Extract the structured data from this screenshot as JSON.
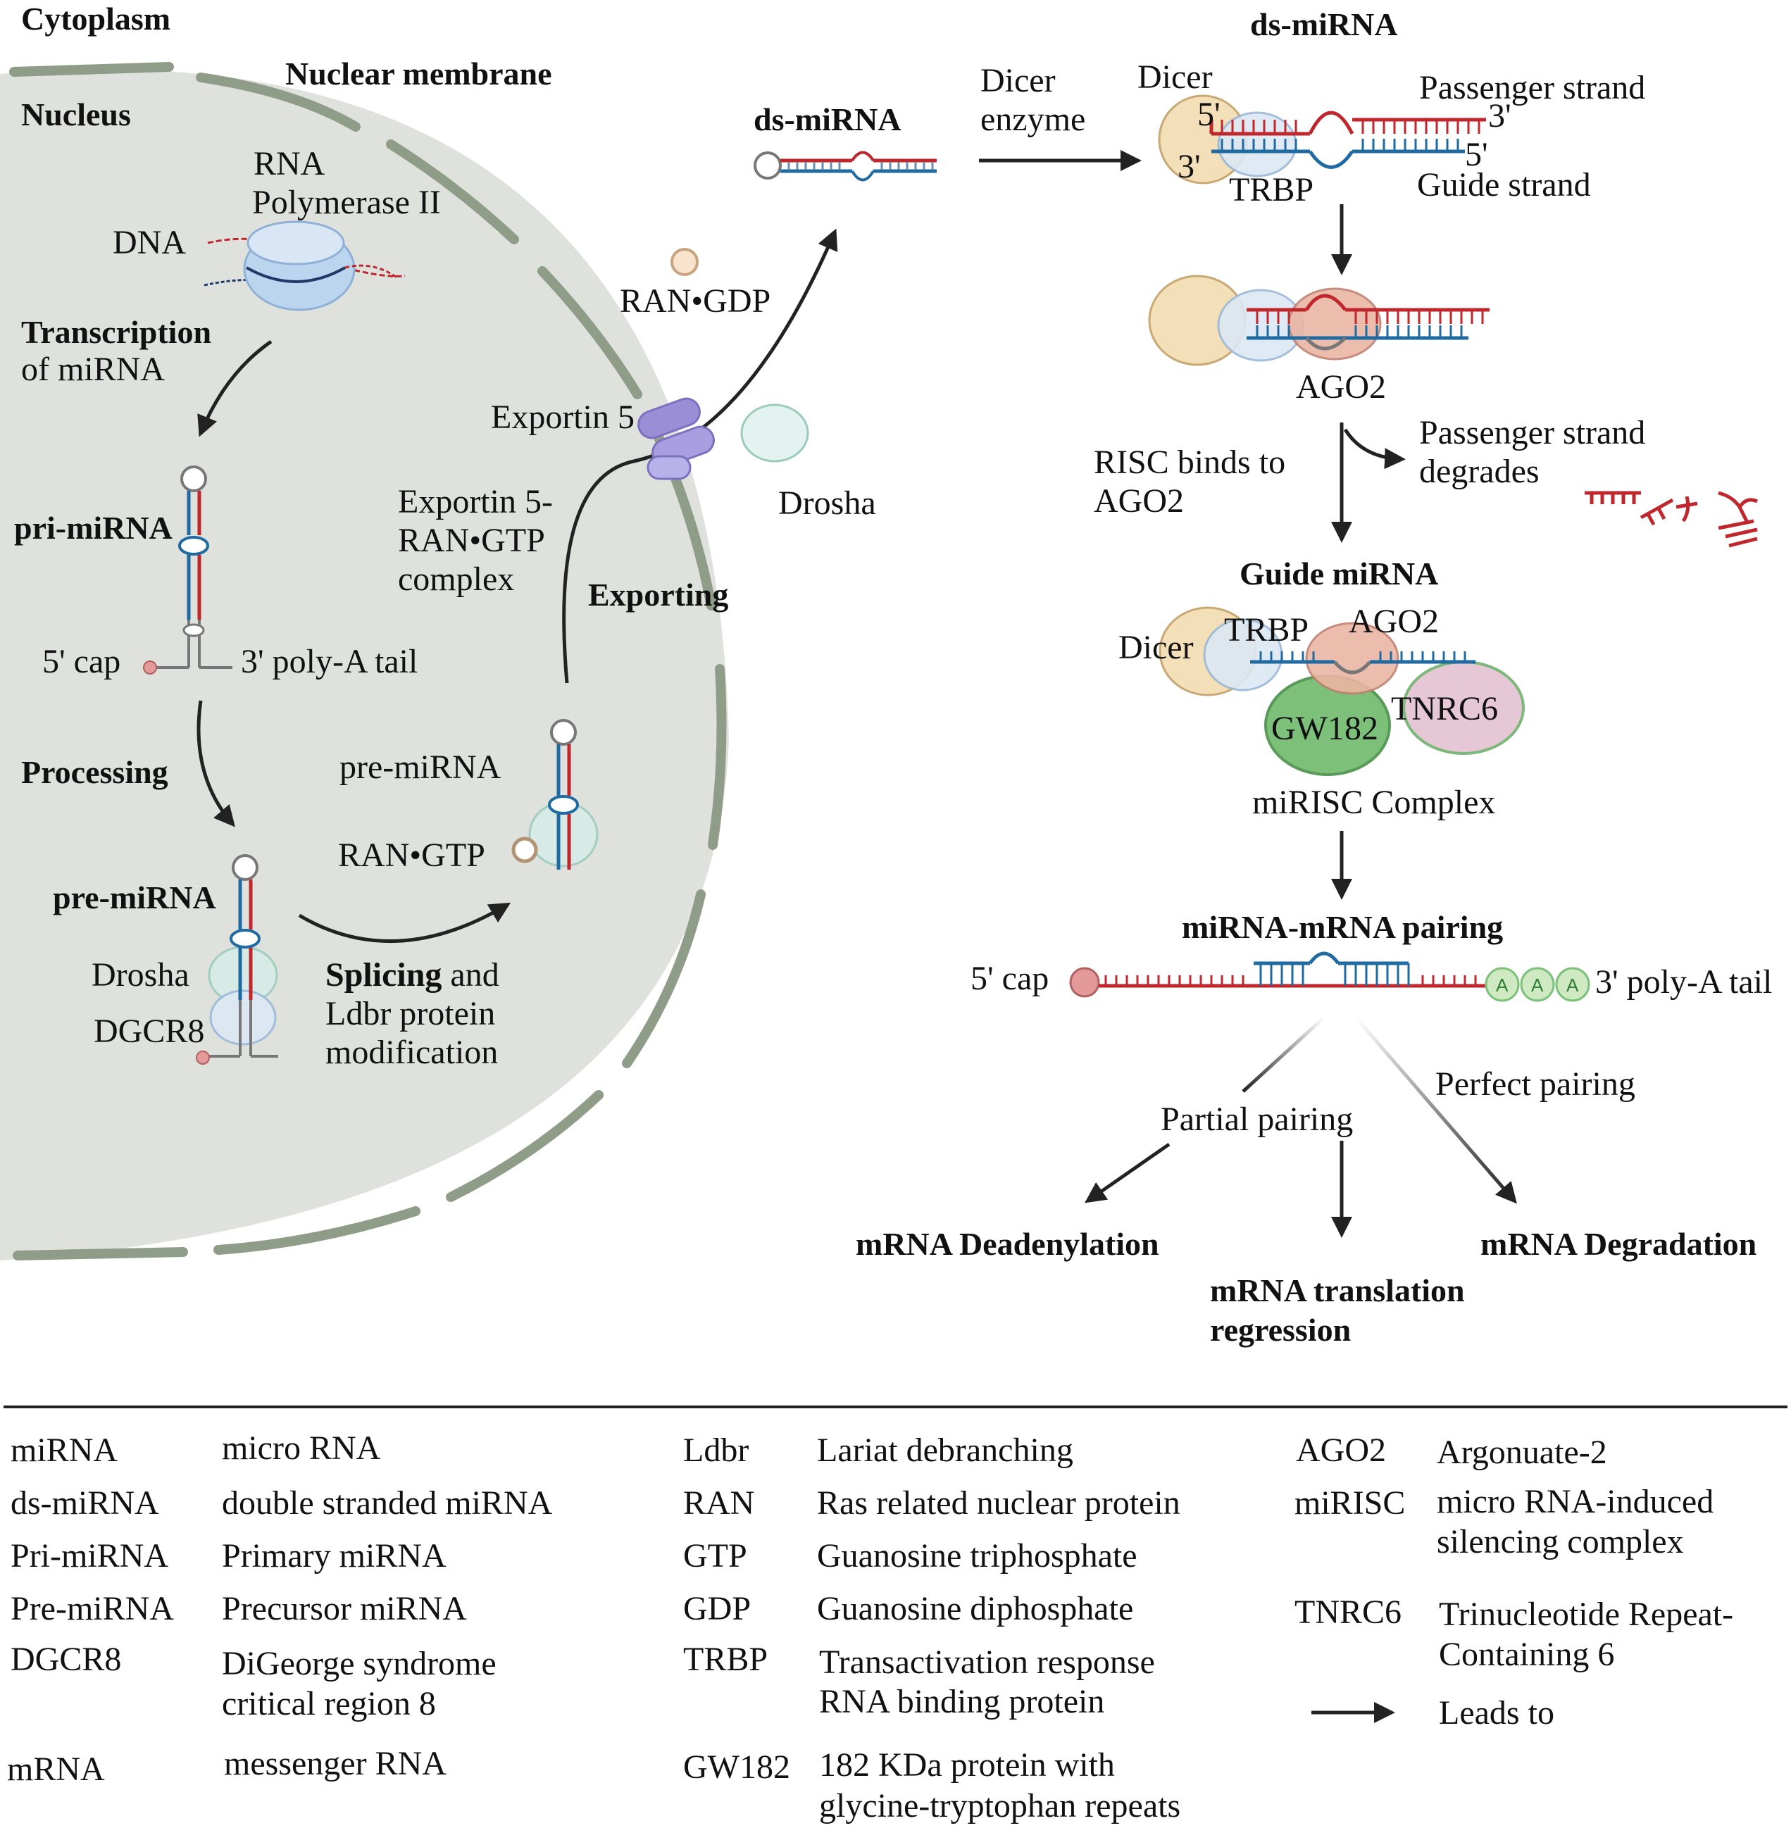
{
  "labels": {
    "cytoplasm": "Cytoplasm",
    "nuclear_membrane": "Nuclear membrane",
    "nucleus": "Nucleus",
    "rna_pol_line1": "RNA",
    "rna_pol_line2": "Polymerase II",
    "dna": "DNA",
    "transcription_line1": "Transcription",
    "transcription_line2": "of miRNA",
    "pri_mirna": "pri-miRNA",
    "five_cap_1": "5' cap",
    "polya_tail_1": "3' poly-A tail",
    "processing": "Processing",
    "pre_mirna_bold": "pre-miRNA",
    "drosha_inner": "Drosha",
    "dgcr8": "DGCR8",
    "splicing_bold": "Splicing",
    "splicing_and": " and",
    "splicing_line2": "Ldbr protein",
    "splicing_line3": "modification",
    "pre_mirna_plain": "pre-miRNA",
    "ran_gtp": "RAN•GTP",
    "exportin_complex_line1": "Exportin 5-",
    "exportin_complex_line2": "RAN•GTP",
    "exportin_complex_line3": "complex",
    "exporting": "Exporting",
    "exportin5": "Exportin 5",
    "ran_gdp": "RAN•GDP",
    "drosha_outer": "Drosha",
    "ds_mirna_mid": "ds-miRNA",
    "dicer_enzyme_line1": "Dicer",
    "dicer_enzyme_line2": "enzyme",
    "ds_mirna_top": "ds-miRNA",
    "dicer_top": "Dicer",
    "five_prime": "5'",
    "three_prime": "3'",
    "passenger_strand": "Passenger strand",
    "guide_strand": "Guide strand",
    "three_prime_right": "3'",
    "five_prime_right": "5'",
    "trbp_top": "TRBP",
    "ago2_mid": "AGO2",
    "risc_line1": "RISC binds to",
    "risc_line2": "AGO2",
    "passenger_degrades_line1": "Passenger strand",
    "passenger_degrades_line2": "degrades",
    "guide_mirna": "Guide miRNA",
    "dicer_complex": "Dicer",
    "trbp_complex": "TRBP",
    "ago2_complex": "AGO2",
    "gw182": "GW182",
    "tnrc6": "TNRC6",
    "mirisc_complex": "miRISC Complex",
    "pairing": "miRNA-mRNA pairing",
    "five_cap_2": "5' cap",
    "polya_tail_2": "3' poly-A tail",
    "a_letter": "A",
    "partial_pairing": "Partial pairing",
    "perfect_pairing": "Perfect pairing",
    "outcome_deadenylation": "mRNA Deadenylation",
    "outcome_translation_line1": "mRNA translation",
    "outcome_translation_line2": "regression",
    "outcome_degradation": "mRNA Degradation"
  },
  "legend": [
    {
      "abbr": "miRNA",
      "desc": "micro RNA"
    },
    {
      "abbr": "ds-miRNA",
      "desc": "double stranded miRNA"
    },
    {
      "abbr": "Pri-miRNA",
      "desc": "Primary miRNA"
    },
    {
      "abbr": "Pre-miRNA",
      "desc": "Precursor miRNA"
    },
    {
      "abbr": "DGCR8",
      "desc_line1": "DiGeorge syndrome",
      "desc_line2": "critical region 8"
    },
    {
      "abbr": "mRNA",
      "desc": "messenger RNA"
    },
    {
      "abbr": "Ldbr",
      "desc": "Lariat debranching"
    },
    {
      "abbr": "RAN",
      "desc": "Ras related nuclear protein"
    },
    {
      "abbr": "GTP",
      "desc": "Guanosine triphosphate"
    },
    {
      "abbr": "GDP",
      "desc": "Guanosine diphosphate"
    },
    {
      "abbr": "TRBP",
      "desc_line1": "Transactivation response",
      "desc_line2": "RNA binding protein"
    },
    {
      "abbr": "GW182",
      "desc_line1": "182 KDa protein with",
      "desc_line2": "glycine-tryptophan repeats"
    },
    {
      "abbr": "AGO2",
      "desc": "Argonuate-2"
    },
    {
      "abbr": "miRISC",
      "desc_line1": "micro RNA-induced",
      "desc_line2": "silencing complex"
    },
    {
      "abbr": "TNRC6",
      "desc_line1": "Trinucleotide Repeat-",
      "desc_line2": "Containing 6"
    },
    {
      "arrow_desc": "Leads to"
    }
  ],
  "colors": {
    "nucleus_fill": "#dfe1dd",
    "membrane": "#8f9c88",
    "red_strand": "#c0272d",
    "blue_strand": "#1f6aa0",
    "dicer": "#f3dfb8",
    "trbp": "#dce8f4",
    "ago2": "#ebb5a4",
    "gw182": "#7cc07a",
    "tnrc6": "#e6c7d6",
    "drosha": "#d7ece6",
    "exportin": "#9a8fd6"
  },
  "icons": [
    "rna-polymerase-icon",
    "hairpin-rna-icon",
    "exportin-channel-icon",
    "degraded-fragment-icon",
    "arrow-icon"
  ]
}
